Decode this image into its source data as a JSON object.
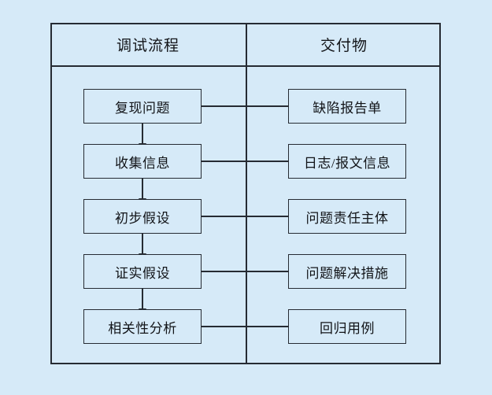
{
  "figure": {
    "background_color": "#d6eaf8",
    "line_color": "#262b33",
    "box_fill": "#d6eaf8"
  },
  "columns": [
    {
      "id": "process",
      "header": "调试流程"
    },
    {
      "id": "deliverable",
      "header": "交付物"
    }
  ],
  "rows": [
    {
      "process": "复现问题",
      "deliverable": "缺陷报告单"
    },
    {
      "process": "收集信息",
      "deliverable": "日志/报文信息"
    },
    {
      "process": "初步假设",
      "deliverable": "问题责任主体"
    },
    {
      "process": "证实假设",
      "deliverable": "问题解决措施"
    },
    {
      "process": "相关性分析",
      "deliverable": "回归用例"
    }
  ]
}
